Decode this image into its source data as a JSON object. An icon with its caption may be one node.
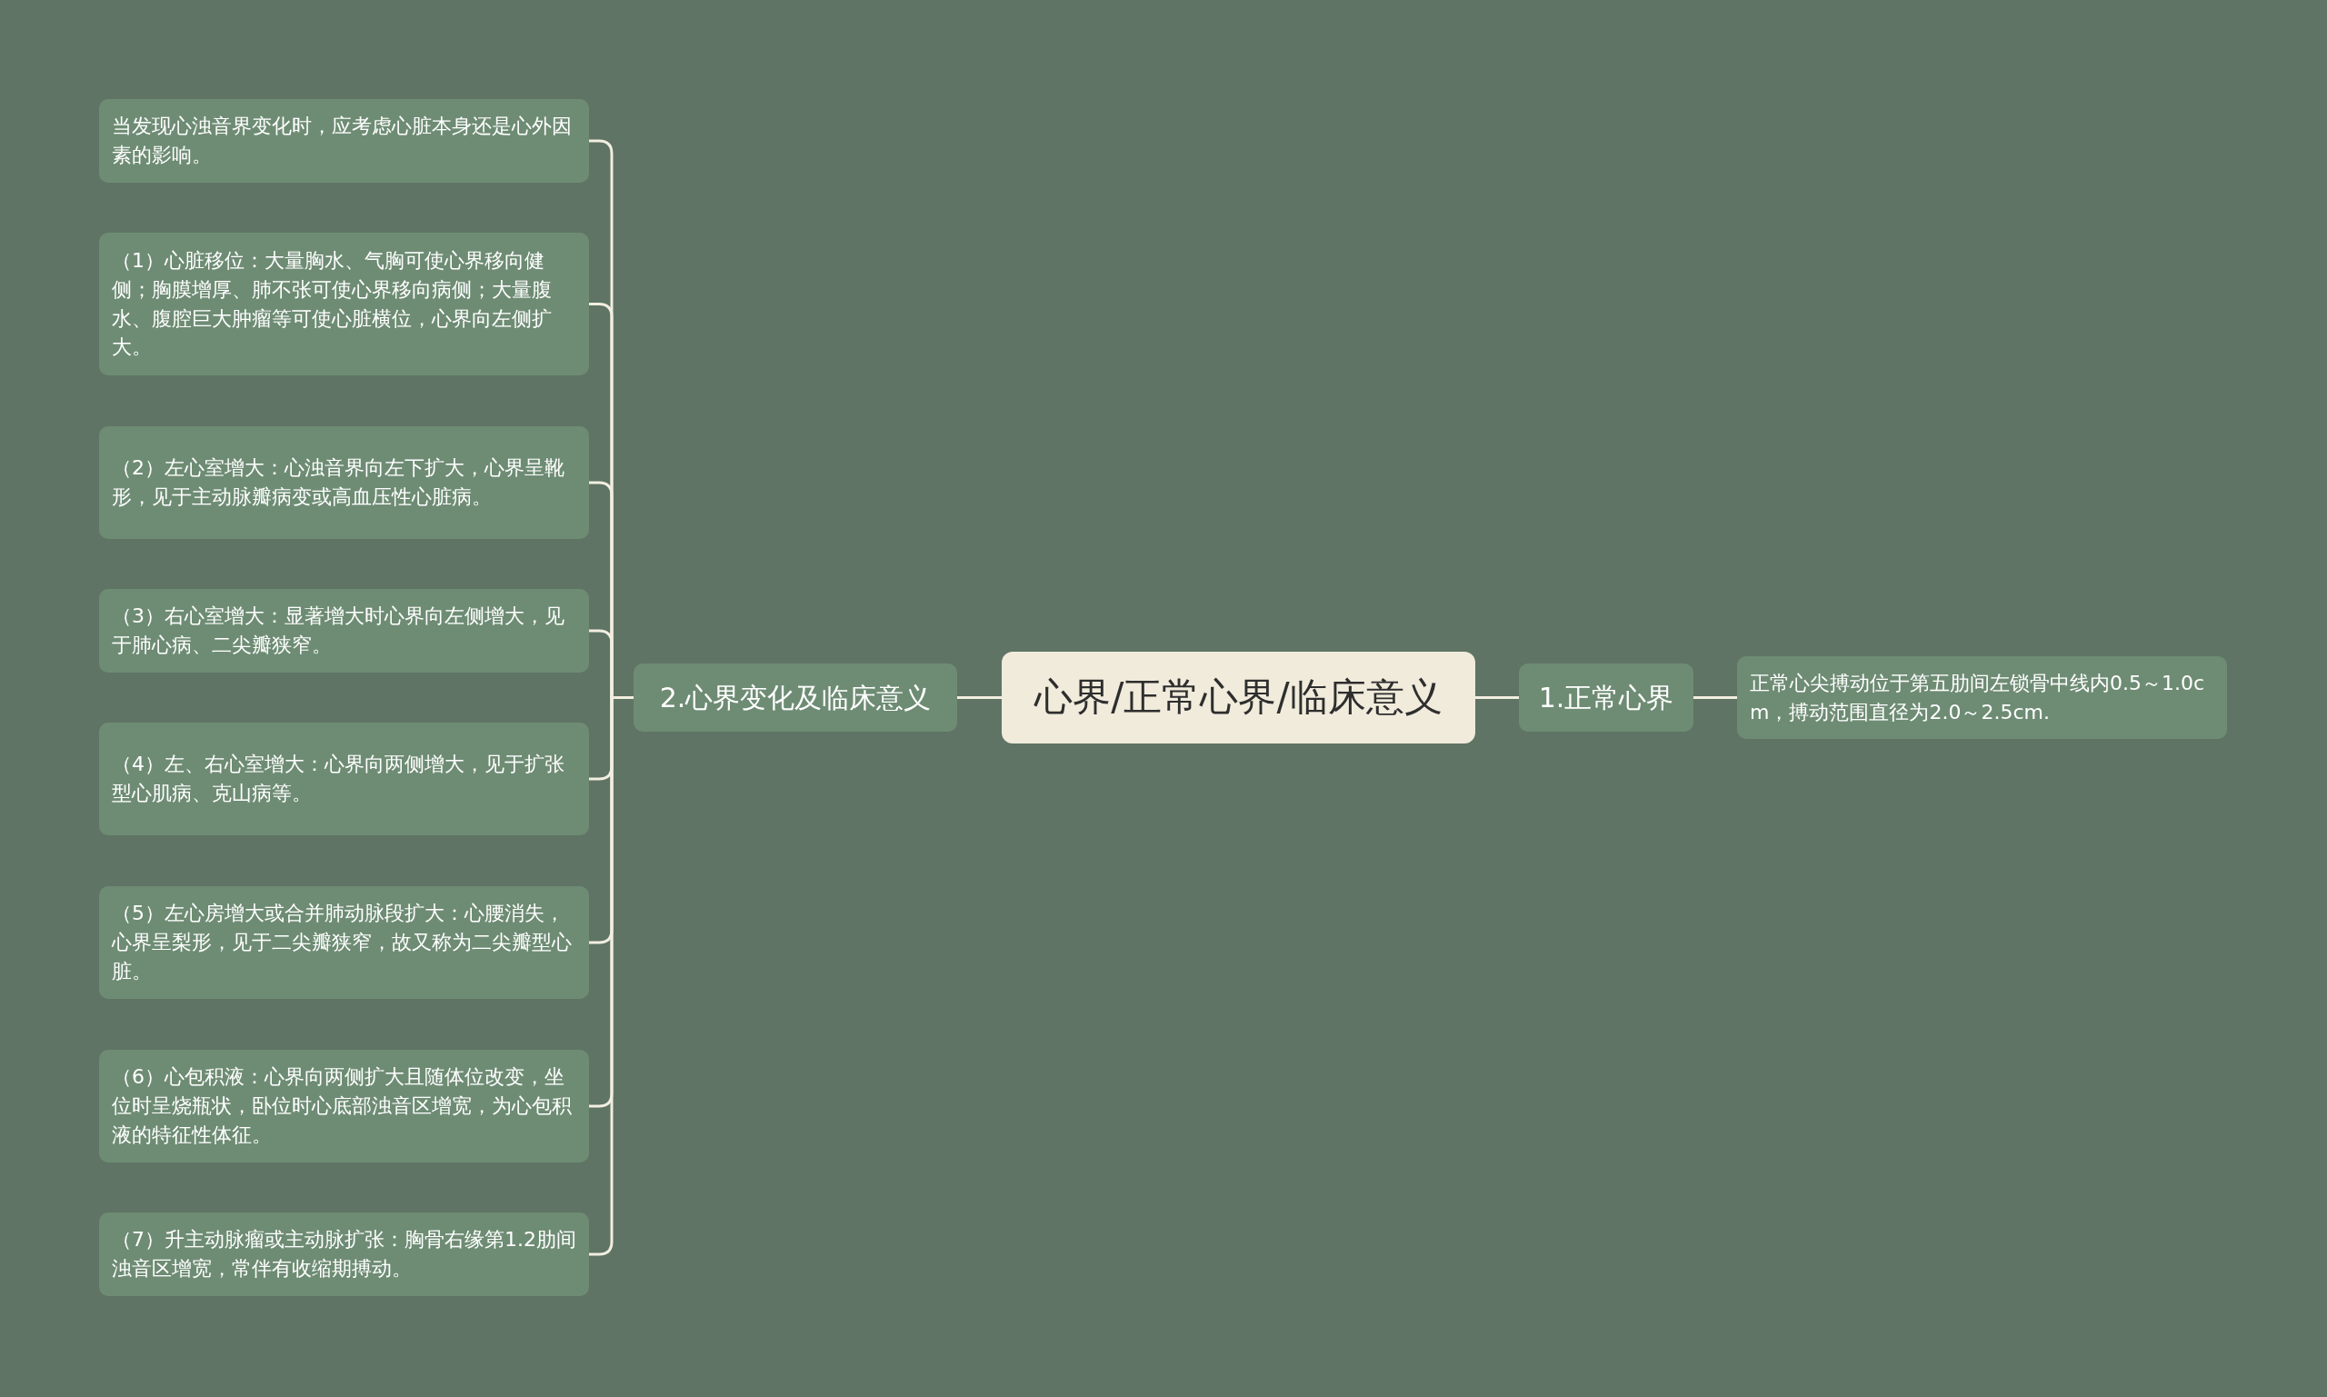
{
  "diagram": {
    "nodes": [
      {
        "text": [
          "心界/正常心界/临床意义"
        ]
      },
      {
        "text": [
          "2.心界变化及临床意义"
        ]
      },
      {
        "text": [
          "当发现心浊音界变化时，应考虑心脏本身还是心外因素的影响。"
        ]
      },
      {
        "text": [
          "（1）心脏移位：大量胸水、气胸可使心界移向健侧；胸膜增厚、肺不张可使心界移向病侧；大量腹水、腹腔巨大肿瘤等可使心脏横位，心界向左侧扩大。"
        ]
      },
      {
        "text": [
          "（2）左心室增大：心浊音界向左下扩大，心界呈靴形，见于主动脉瓣病变或高血压性心脏病。"
        ]
      },
      {
        "text": [
          "（3）右心室增大：显著增大时心界向左侧增大，见于肺心病、二尖瓣狭窄。"
        ]
      },
      {
        "text": [
          "（4）左、右心室增大：心界向两侧增大，见于扩张型心肌病、克山病等。"
        ]
      },
      {
        "text": [
          "（5）左心房增大或合并肺动脉段扩大：心腰消失，心界呈梨形，见于二尖瓣狭窄，故又称为二尖瓣型心脏。"
        ]
      },
      {
        "text": [
          "（6）心包积液：心界向两侧扩大且随体位改变，坐位时呈烧瓶状，卧位时心底部浊音区增宽，为心包积液的特征性体征。"
        ]
      },
      {
        "text": [
          "（7）升主动脉瘤或主动脉扩张：胸骨右缘第1.2肋间浊音区增宽，常伴有收缩期搏动。"
        ]
      },
      {
        "text": [
          "1.正常心界"
        ]
      },
      {
        "text": [
          "正常心尖搏动位于第五肋间左锁骨中线内0.5～1.0cm，搏动范围直径为2.0～2.5cm."
        ]
      }
    ],
    "edges": [
      {
        "from": 0,
        "to": 1,
        "arrow": "none"
      },
      {
        "from": 1,
        "to": 2,
        "arrow": "none"
      },
      {
        "from": 1,
        "to": 3,
        "arrow": "none"
      },
      {
        "from": 1,
        "to": 4,
        "arrow": "none"
      },
      {
        "from": 1,
        "to": 5,
        "arrow": "none"
      },
      {
        "from": 1,
        "to": 6,
        "arrow": "none"
      },
      {
        "from": 1,
        "to": 7,
        "arrow": "none"
      },
      {
        "from": 1,
        "to": 8,
        "arrow": "none"
      },
      {
        "from": 1,
        "to": 9,
        "arrow": "none"
      },
      {
        "from": 0,
        "to": 10,
        "arrow": "none"
      },
      {
        "from": 10,
        "to": 11,
        "arrow": "none"
      }
    ]
  }
}
